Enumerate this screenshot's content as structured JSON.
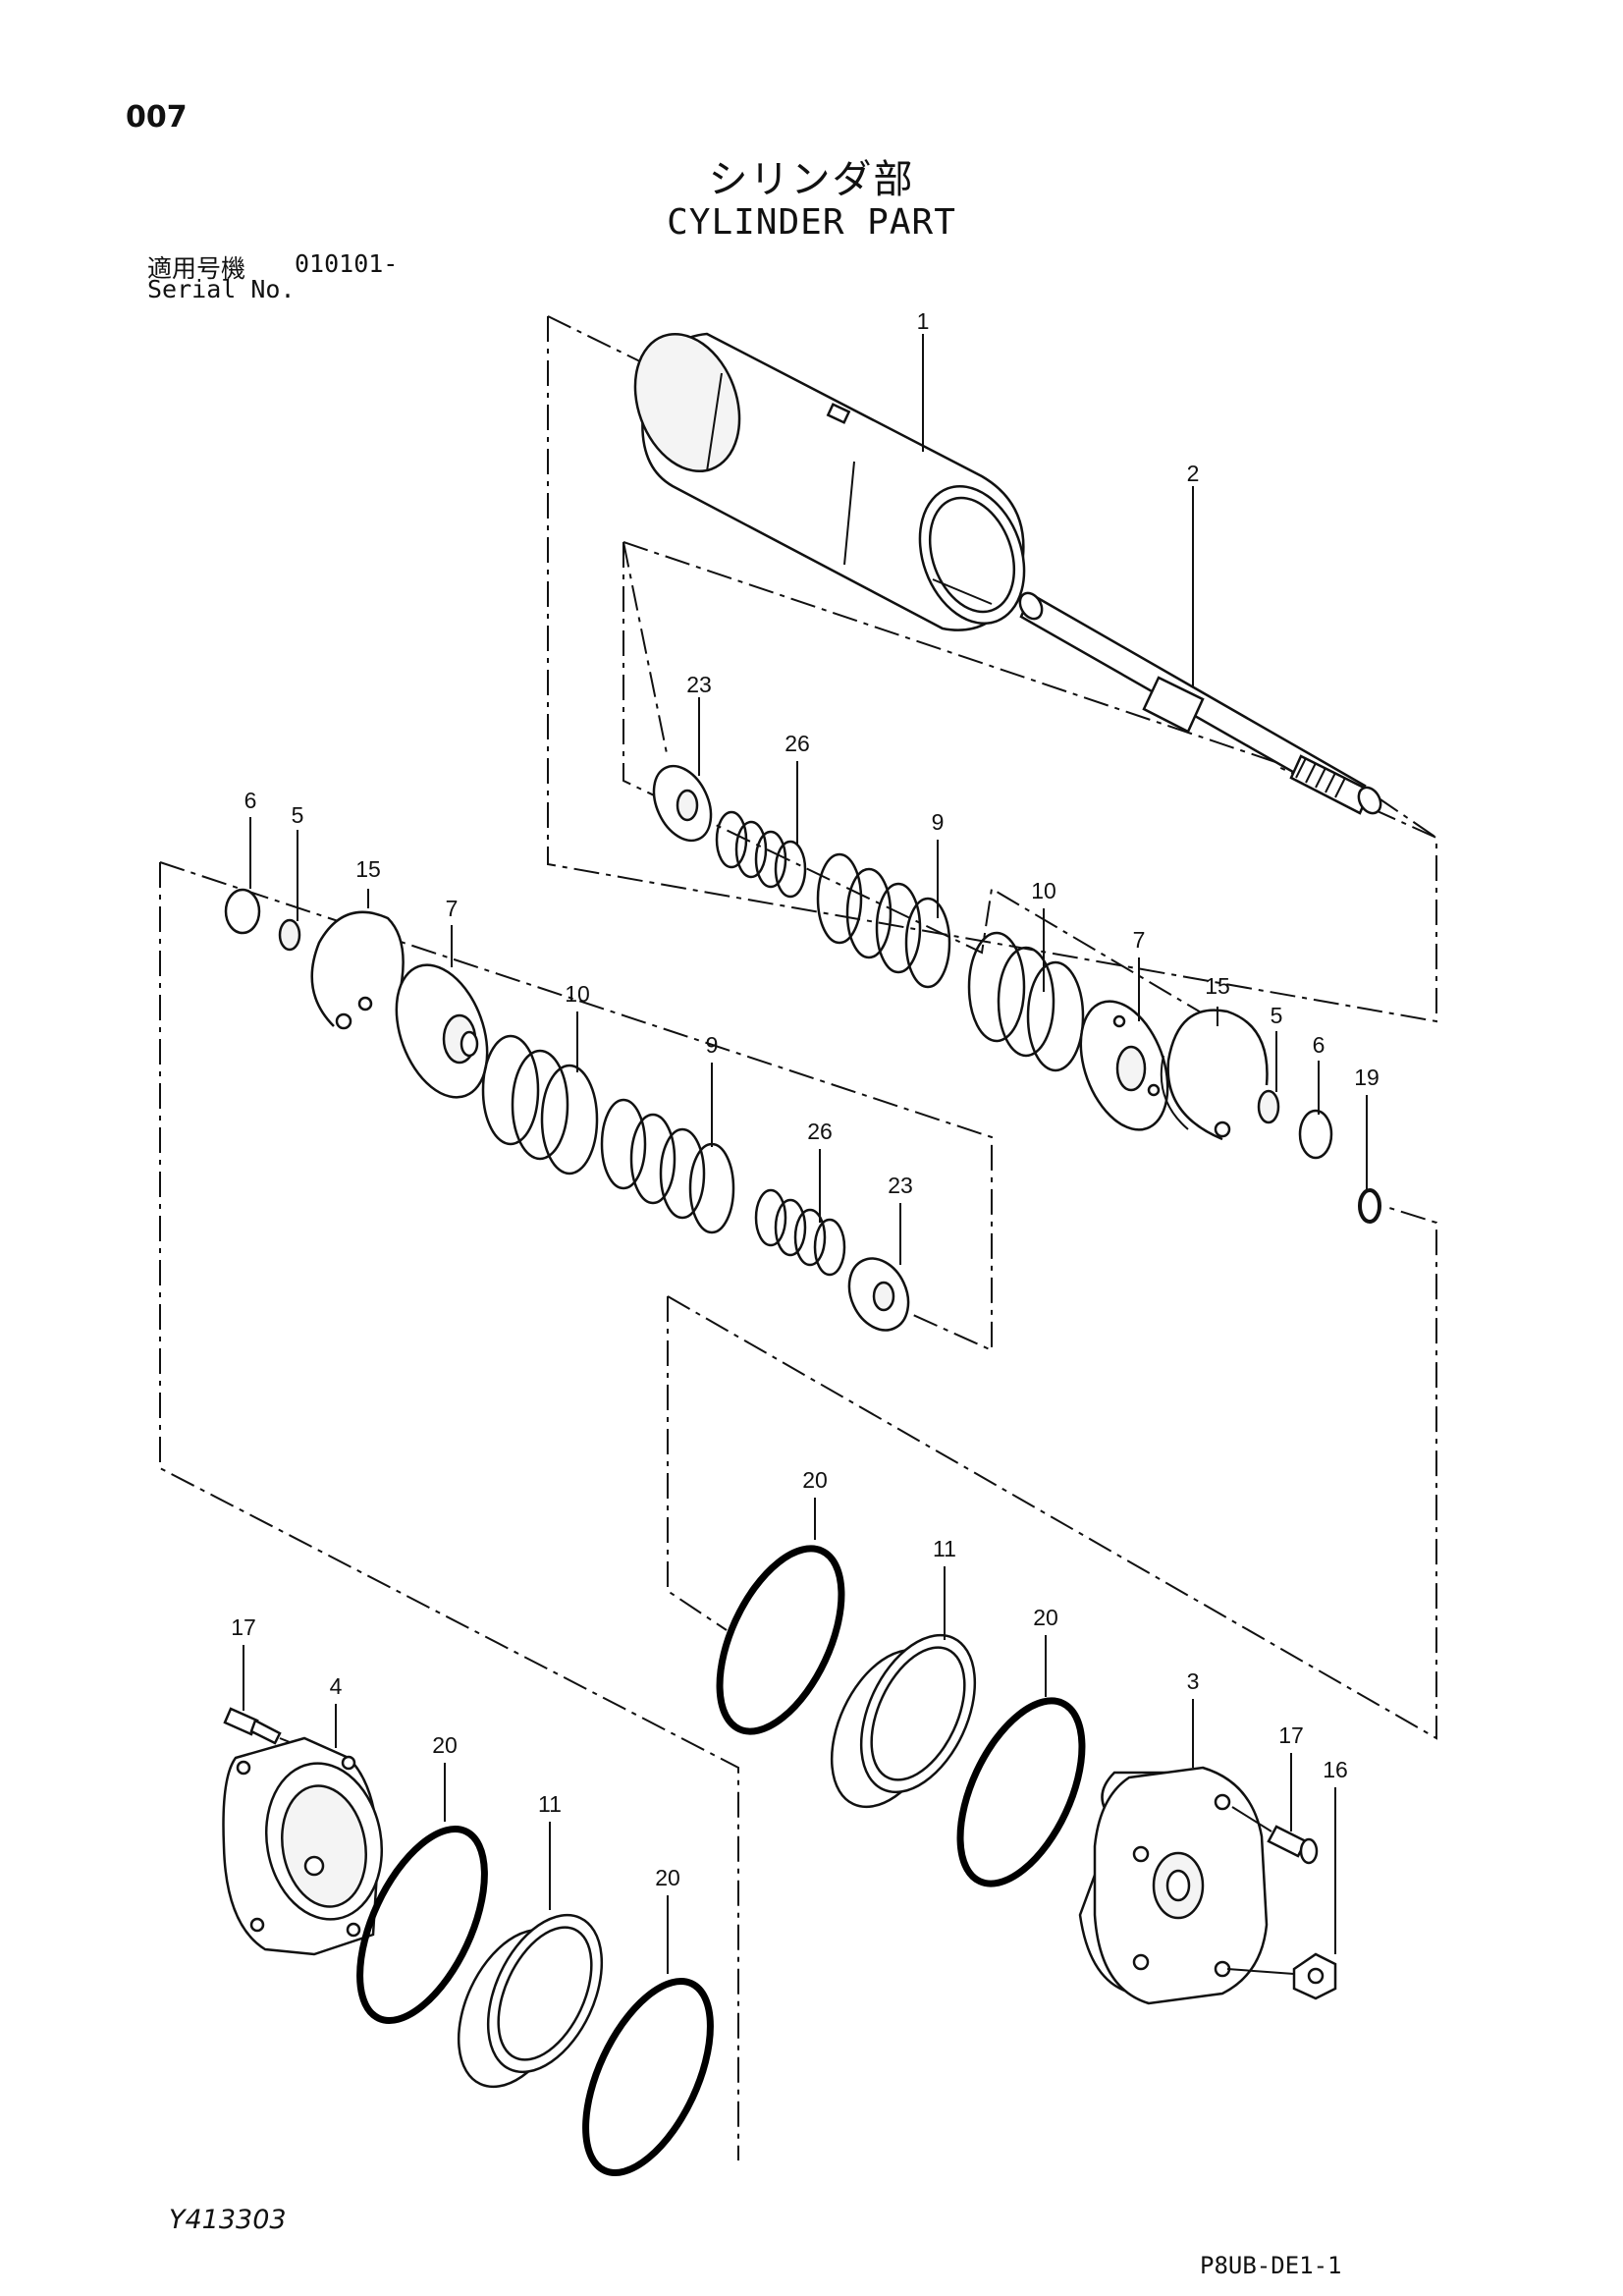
{
  "header": {
    "page_number": "007",
    "title_jp": "シリンダ部",
    "title_en": "CYLINDER PART",
    "serial_label_jp": "適用号機",
    "serial_from": "010101-",
    "serial_label_en": "Serial No."
  },
  "callouts": {
    "c1": "1",
    "c2": "2",
    "c23a": "23",
    "c26a": "26",
    "c9a": "9",
    "c10a": "10",
    "c7a": "7",
    "c15a": "15",
    "c5a": "5",
    "c6a": "6",
    "c19": "19",
    "c6b": "6",
    "c5b": "5",
    "c15b": "15",
    "c7b": "7",
    "c10b": "10",
    "c9b": "9",
    "c26b": "26",
    "c23b": "23",
    "c20a": "20",
    "c11a": "11",
    "c20b": "20",
    "c3": "3",
    "c17a": "17",
    "c16": "16",
    "c17b": "17",
    "c4": "4",
    "c20c": "20",
    "c11b": "11",
    "c20d": "20"
  },
  "footer": {
    "figure_id": "Y413303",
    "sheet_code": "P8UB-DE1-1"
  }
}
